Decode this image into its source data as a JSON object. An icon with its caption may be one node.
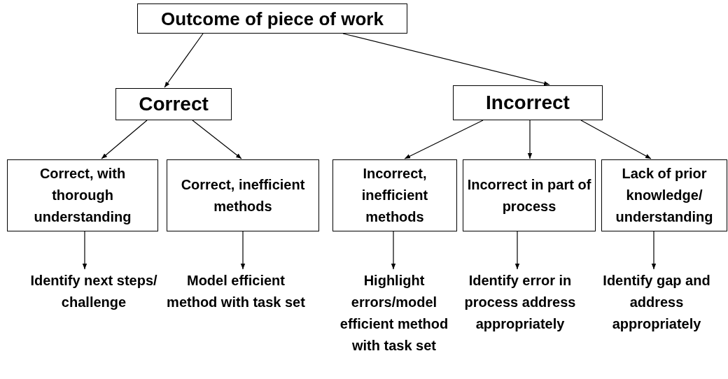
{
  "diagram": {
    "nodes": [
      {
        "text": [
          "Outcome of piece of work"
        ]
      },
      {
        "text": [
          "Correct"
        ]
      },
      {
        "text": [
          "Incorrect"
        ]
      },
      {
        "text": [
          "Correct, with thorough understanding"
        ]
      },
      {
        "text": [
          "Correct, inefficient methods"
        ]
      },
      {
        "text": [
          "Incorrect, inefficient methods"
        ]
      },
      {
        "text": [
          "Incorrect in part of process"
        ]
      },
      {
        "text": [
          "Lack of prior knowledge/ understanding"
        ]
      },
      {
        "text": [
          "Identify next steps/ challenge"
        ]
      },
      {
        "text": [
          "Model efficient method with task set"
        ]
      },
      {
        "text": [
          "Highlight errors/model efficient method with task set"
        ]
      },
      {
        "text": [
          "Identify error in process address appropriately"
        ]
      },
      {
        "text": [
          "Identify gap and address appropriately"
        ]
      }
    ],
    "edges": [
      {
        "from": 0,
        "to": 1,
        "arrow": "to"
      },
      {
        "from": 0,
        "to": 2,
        "arrow": "to"
      },
      {
        "from": 1,
        "to": 3,
        "arrow": "to"
      },
      {
        "from": 1,
        "to": 4,
        "arrow": "to"
      },
      {
        "from": 2,
        "to": 5,
        "arrow": "to"
      },
      {
        "from": 2,
        "to": 6,
        "arrow": "to"
      },
      {
        "from": 2,
        "to": 7,
        "arrow": "to"
      },
      {
        "from": 3,
        "to": 8,
        "arrow": "to"
      },
      {
        "from": 4,
        "to": 9,
        "arrow": "to"
      },
      {
        "from": 5,
        "to": 10,
        "arrow": "to"
      },
      {
        "from": 6,
        "to": 11,
        "arrow": "to"
      },
      {
        "from": 7,
        "to": 12,
        "arrow": "to"
      }
    ]
  }
}
